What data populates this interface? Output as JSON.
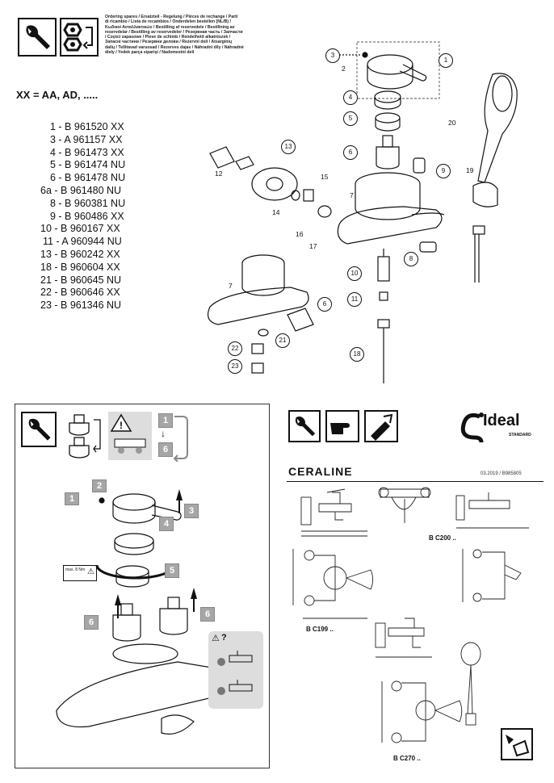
{
  "header": {
    "ordering_lines": [
      "Ordering spares / Ersatzteil - Regelung / Pièces de rechange / Parti",
      "di ricambio / Lista de recambios / Onderdelen bestellen (NL/B) /",
      "Κωδικοί Ανταλλακτικών / Bestilling af reservedele / Bestillning av",
      "reservdelar / Bestilling av reservedeler / Резервная часть / Запчасти",
      "/ Części zapasowe / Piese de schimb / Rendelhető alkatrészek /",
      "Запасні частини / Резервни делови / Rezervni deli / Atsarginių",
      "dalių / Tellitavad varuosad / Rezerves dajas / Náhradní díly / Náhradné",
      "diely / Yedek parça siparişi / Nadomestni deli"
    ],
    "xx_line": "XX = AA, AD, ....."
  },
  "parts_list": [
    "1 - B 961520 XX",
    "3 - A 961157 XX",
    "4 - B 961473 XX",
    "5 - B 961474 NU",
    "6 - B 961478 NU",
    "6a - B 961480 NU",
    "8 - B 960381 NU",
    "9 - B 960486 XX",
    "10 - B 960167 XX",
    "11 - A 960944 NU",
    "13 - B 960242 XX",
    "18 - B 960604 XX",
    "21 - B 960645 NU",
    "22 - B 960646 XX",
    "23 - B 961346 NU"
  ],
  "callouts": {
    "c1": "1",
    "c2": "2",
    "c3": "3",
    "c4": "4",
    "c5": "5",
    "c6": "6",
    "c6b": "6",
    "c7": "7",
    "c7b": "7",
    "c8": "8",
    "c9": "9",
    "c10": "10",
    "c11": "11",
    "c12": "12",
    "c13": "13",
    "c14": "14",
    "c15": "15",
    "c16": "16",
    "c17": "17",
    "c18": "18",
    "c19": "19",
    "c20": "20",
    "c21": "21",
    "c22": "22",
    "c23": "23"
  },
  "steps": {
    "s1": "1",
    "s2": "2",
    "s3": "3",
    "s4": "4",
    "s5": "5",
    "s6a": "6",
    "s6b": "6",
    "range_top": "1",
    "range_bottom": "6",
    "warning_text": "max. 8 Nm",
    "help_mark": "?"
  },
  "brand": {
    "logo": "Ideal",
    "logo_sub": "STANDARD",
    "product": "CERALINE",
    "doc_code": "03.2019 / B985805"
  },
  "models": {
    "m1": "B C200 ..",
    "m2": "B C199 ..",
    "m3": "B C270 .."
  }
}
